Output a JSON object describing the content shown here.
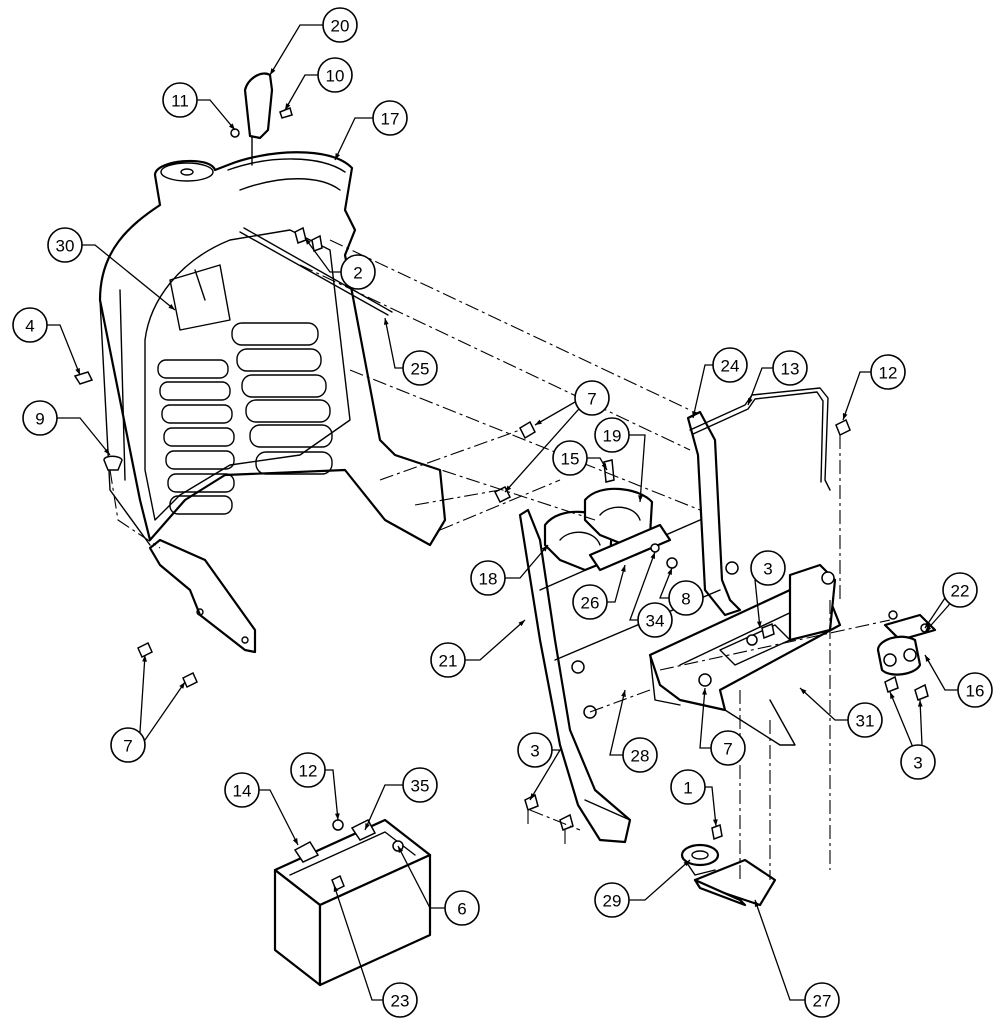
{
  "callouts": [
    {
      "id": "c20",
      "label": "20"
    },
    {
      "id": "c10",
      "label": "10"
    },
    {
      "id": "c11",
      "label": "11"
    },
    {
      "id": "c17",
      "label": "17"
    },
    {
      "id": "c30",
      "label": "30"
    },
    {
      "id": "c2",
      "label": "2"
    },
    {
      "id": "c4",
      "label": "4"
    },
    {
      "id": "c25",
      "label": "25"
    },
    {
      "id": "c9",
      "label": "9"
    },
    {
      "id": "c7a",
      "label": "7"
    },
    {
      "id": "c24",
      "label": "24"
    },
    {
      "id": "c13",
      "label": "13"
    },
    {
      "id": "c12a",
      "label": "12"
    },
    {
      "id": "c19",
      "label": "19"
    },
    {
      "id": "c15",
      "label": "15"
    },
    {
      "id": "c3a",
      "label": "3"
    },
    {
      "id": "c22",
      "label": "22"
    },
    {
      "id": "c18",
      "label": "18"
    },
    {
      "id": "c26",
      "label": "26"
    },
    {
      "id": "c8",
      "label": "8"
    },
    {
      "id": "c34",
      "label": "34"
    },
    {
      "id": "c21",
      "label": "21"
    },
    {
      "id": "c16",
      "label": "16"
    },
    {
      "id": "c31",
      "label": "31"
    },
    {
      "id": "c7b",
      "label": "7"
    },
    {
      "id": "c28",
      "label": "28"
    },
    {
      "id": "c7c",
      "label": "7"
    },
    {
      "id": "c3b",
      "label": "3"
    },
    {
      "id": "c3c",
      "label": "3"
    },
    {
      "id": "c14",
      "label": "14"
    },
    {
      "id": "c12b",
      "label": "12"
    },
    {
      "id": "c35",
      "label": "35"
    },
    {
      "id": "c1",
      "label": "1"
    },
    {
      "id": "c6",
      "label": "6"
    },
    {
      "id": "c29",
      "label": "29"
    },
    {
      "id": "c23",
      "label": "23"
    },
    {
      "id": "c27",
      "label": "27"
    }
  ]
}
